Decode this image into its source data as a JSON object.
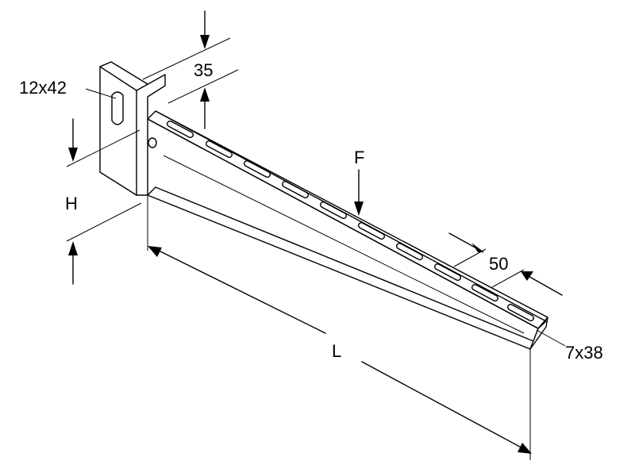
{
  "labels": {
    "wall_slot": "12x42",
    "flange_height": "35",
    "height": "H",
    "load": "F",
    "slot_pitch": "50",
    "length": "L",
    "end_slot": "7x38"
  },
  "colors": {
    "stroke": "#000000",
    "background": "#ffffff"
  }
}
